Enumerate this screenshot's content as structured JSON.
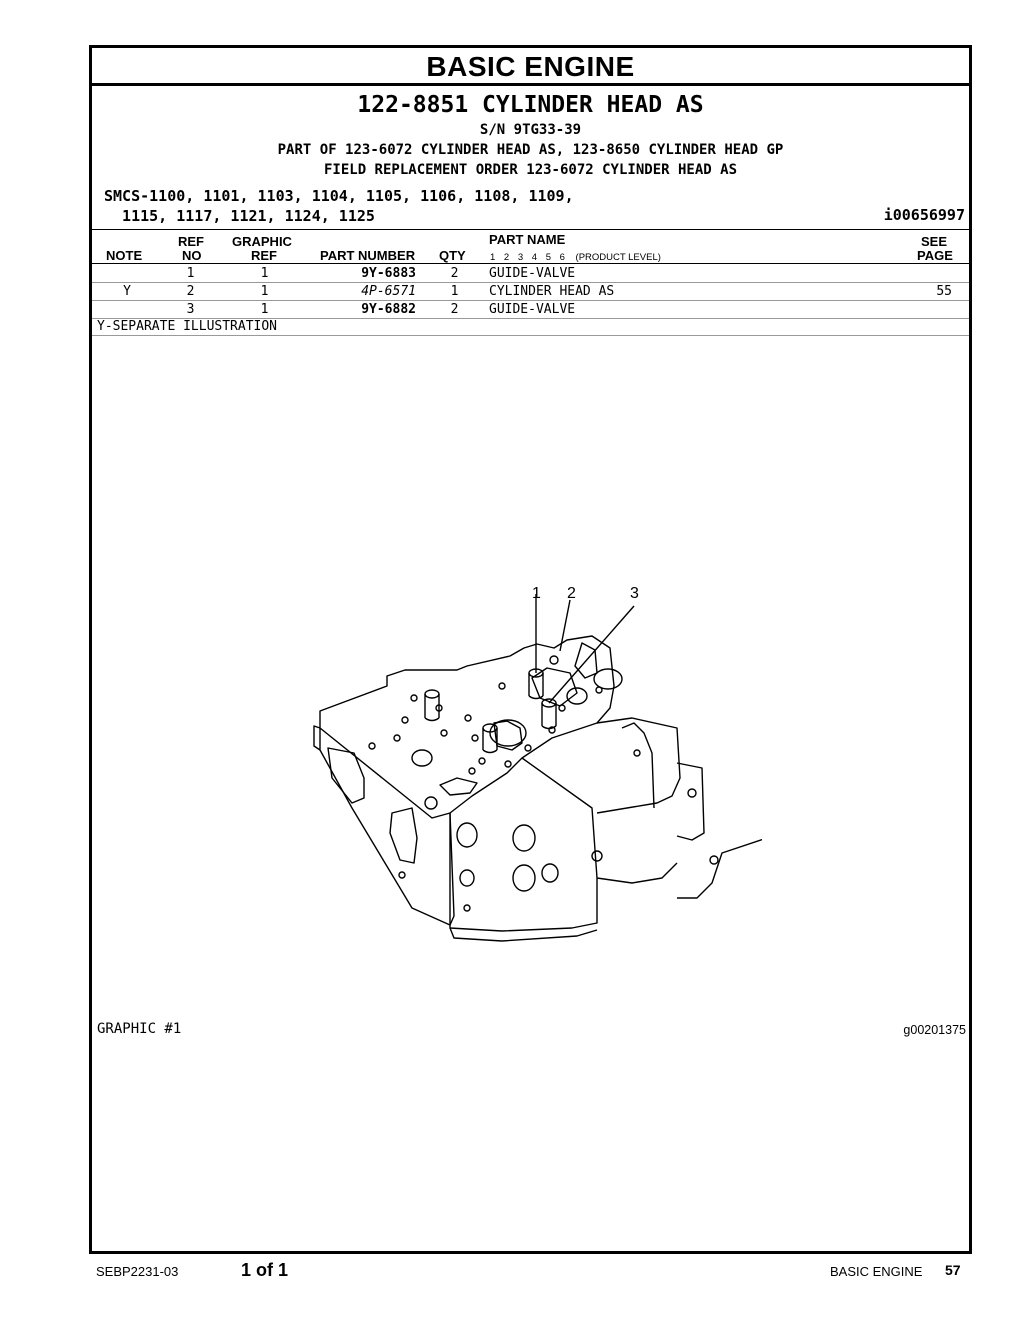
{
  "section_title": "BASIC ENGINE",
  "assembly": {
    "title": "122-8851 CYLINDER HEAD AS",
    "serial": "S/N 9TG33-39",
    "part_of": "PART OF 123-6072 CYLINDER HEAD AS, 123-8650 CYLINDER HEAD GP",
    "field_replacement": "FIELD REPLACEMENT ORDER 123-6072 CYLINDER HEAD AS",
    "smcs_line1": "SMCS-1100, 1101, 1103, 1104, 1105, 1106, 1108, 1109,",
    "smcs_line2": "  1115, 1117, 1121, 1124, 1125",
    "illustration_id": "i00656997"
  },
  "table": {
    "headers": {
      "note": "NOTE",
      "ref_top": "REF",
      "ref_bottom": "NO",
      "graphic_top": "GRAPHIC",
      "graphic_bottom": "REF",
      "part_number": "PART NUMBER",
      "qty": "QTY",
      "part_name": "PART NAME",
      "levels": "1 2 3 4 5 6",
      "product_level": "(PRODUCT LEVEL)",
      "see_top": "SEE",
      "see_bottom": "PAGE"
    },
    "rows": [
      {
        "note": "",
        "ref": "1",
        "graphic_ref": "1",
        "part_number": "9Y-6883",
        "qty": "2",
        "part_name": "GUIDE-VALVE",
        "see_page": ""
      },
      {
        "note": "Y",
        "ref": "2",
        "graphic_ref": "1",
        "part_number": "4P-6571",
        "qty": "1",
        "part_name": "CYLINDER HEAD AS",
        "see_page": "55"
      },
      {
        "note": "",
        "ref": "3",
        "graphic_ref": "1",
        "part_number": "9Y-6882",
        "qty": "2",
        "part_name": "GUIDE-VALVE",
        "see_page": ""
      }
    ],
    "footnote": "Y-SEPARATE ILLUSTRATION"
  },
  "graphic": {
    "callouts": [
      "1",
      "2",
      "3"
    ],
    "label": "GRAPHIC #1",
    "id": "g00201375"
  },
  "footer": {
    "doc_number": "SEBP2231-03",
    "page_of": "1 of 1",
    "section": "BASIC ENGINE",
    "page_number": "57"
  }
}
